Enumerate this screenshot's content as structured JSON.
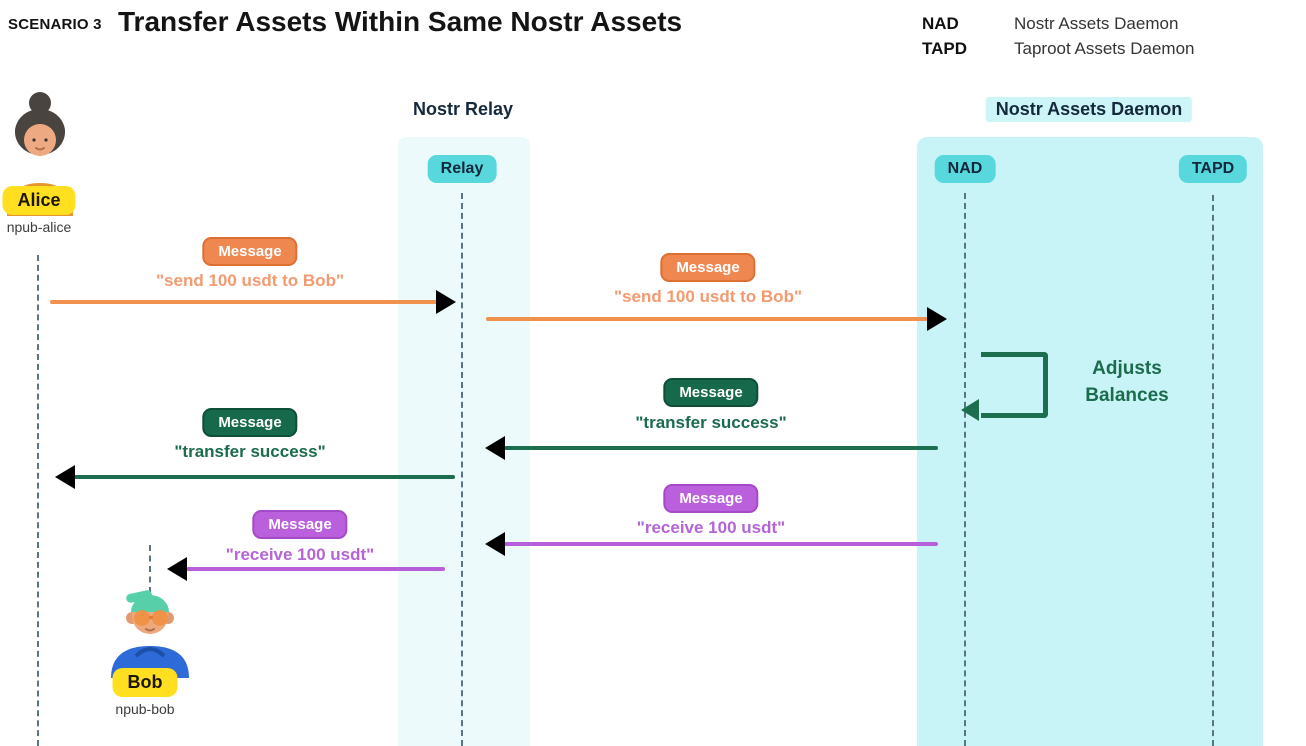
{
  "scenario_label": "SCENARIO 3",
  "title": "Transfer Assets Within Same Nostr Assets",
  "legend": {
    "items": [
      {
        "abbr": "NAD",
        "full": "Nostr Assets Daemon"
      },
      {
        "abbr": "TAPD",
        "full": "Taproot Assets Daemon"
      }
    ]
  },
  "lanes": {
    "relay_header": "Nostr Relay",
    "nad_header": "Nostr Assets Daemon",
    "relay_badge": "Relay",
    "nad_badge": "NAD",
    "tapd_badge": "TAPD"
  },
  "actors": {
    "alice": {
      "name": "Alice",
      "npub": "npub-alice"
    },
    "bob": {
      "name": "Bob",
      "npub": "npub-bob"
    }
  },
  "messages": [
    {
      "label": "Message",
      "text": "\"send 100 usdt to Bob\"",
      "color": "orange",
      "from": "Alice",
      "to": "Relay"
    },
    {
      "label": "Message",
      "text": "\"send 100 usdt to Bob\"",
      "color": "orange",
      "from": "Relay",
      "to": "NAD"
    },
    {
      "label": "Message",
      "text": "\"transfer success\"",
      "color": "green",
      "from": "NAD",
      "to": "Relay"
    },
    {
      "label": "Message",
      "text": "\"transfer success\"",
      "color": "green",
      "from": "Relay",
      "to": "Alice"
    },
    {
      "label": "Message",
      "text": "\"receive 100 usdt\"",
      "color": "purple",
      "from": "NAD",
      "to": "Relay"
    },
    {
      "label": "Message",
      "text": "\"receive 100 usdt\"",
      "color": "purple",
      "from": "Relay",
      "to": "Bob"
    }
  ],
  "self_action": {
    "line1": "Adjusts",
    "line2": "Balances",
    "actor": "NAD"
  },
  "colors": {
    "orange": "#ef8750",
    "green": "#17694b",
    "purple": "#bb60dd",
    "cyan_badge": "#58d8dc",
    "nad_panel": "#c9f4f7",
    "relay_band": "#ecfafb",
    "name_badge_yellow": "#ffdf1f",
    "header_navy": "#15293d"
  }
}
